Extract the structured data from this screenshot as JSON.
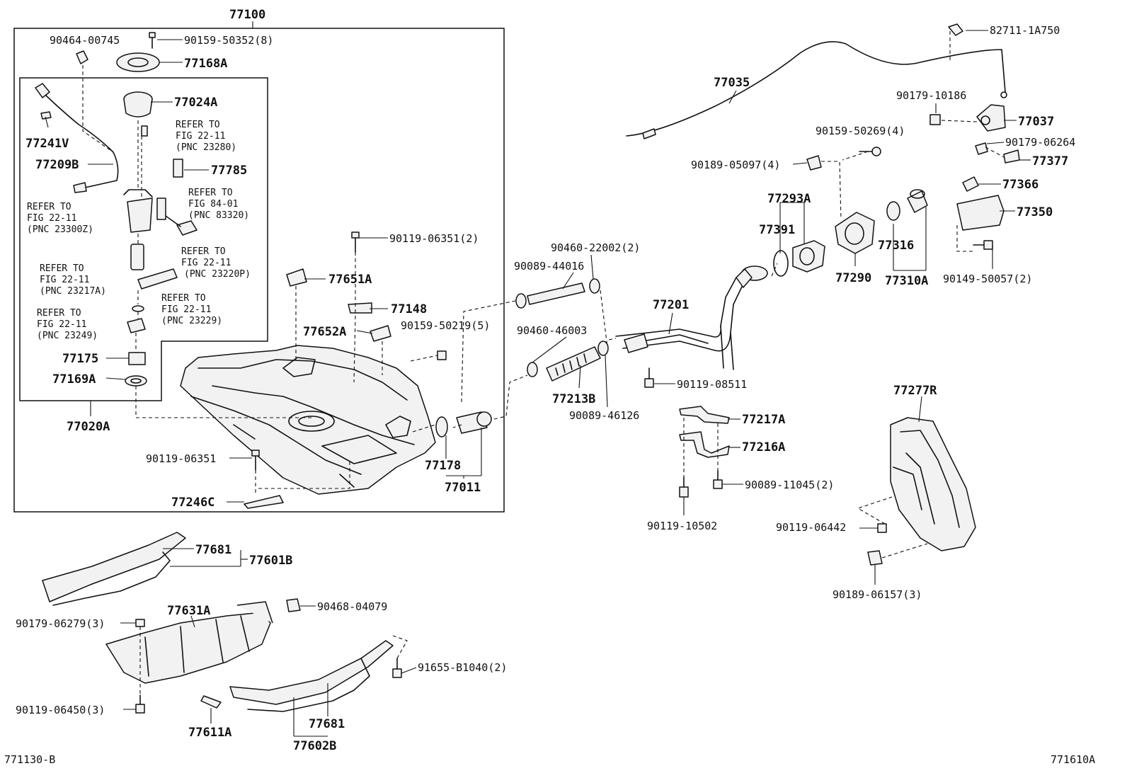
{
  "labels": {
    "l77100": "77100",
    "l90464_00745": "90464-00745",
    "l90159_50352": "90159-50352(8)",
    "l77168A": "77168A",
    "l77024A": "77024A",
    "l77241V": "77241V",
    "l77209B": "77209B",
    "l77785": "77785",
    "l77651A": "77651A",
    "l77148": "77148",
    "l77652A": "77652A",
    "l77175": "77175",
    "l77169A": "77169A",
    "l77020A": "77020A",
    "l90119_06351_2": "90119-06351(2)",
    "l90159_50219": "90159-50219(5)",
    "l90119_06351": "90119-06351",
    "l77246C": "77246C",
    "l77178": "77178",
    "l77011": "77011",
    "l90460_22002": "90460-22002(2)",
    "l90089_44016": "90089-44016",
    "l90460_46003": "90460-46003",
    "l77213B": "77213B",
    "l90089_46126": "90089-46126",
    "l77201": "77201",
    "l90119_08511": "90119-08511",
    "l77217A": "77217A",
    "l77216A": "77216A",
    "l90089_11045": "90089-11045(2)",
    "l90119_10502": "90119-10502",
    "l82711_1A750": "82711-1A750",
    "l77035": "77035",
    "l90179_10186": "90179-10186",
    "l77037": "77037",
    "l90159_50269": "90159-50269(4)",
    "l90179_06264": "90179-06264",
    "l77377": "77377",
    "l90189_05097": "90189-05097(4)",
    "l77366": "77366",
    "l77293A": "77293A",
    "l77391": "77391",
    "l77350": "77350",
    "l77316": "77316",
    "l77290": "77290",
    "l77310A": "77310A",
    "l90149_50057": "90149-50057(2)",
    "l77277R": "77277R",
    "l90119_06442": "90119-06442",
    "l90189_06157": "90189-06157(3)",
    "l77681a": "77681",
    "l77601B": "77601B",
    "l90468_04079": "90468-04079",
    "l77631A": "77631A",
    "l90179_06279": "90179-06279(3)",
    "l91655_B1040": "91655-B1040(2)",
    "l90119_06450": "90119-06450(3)",
    "l77681b": "77681",
    "l77611A": "77611A",
    "l77602B": "77602B",
    "ref_refer": "REFER TO",
    "ref1_fig": "FIG 22-11",
    "ref1_pnc": "(PNC 23280)",
    "ref2_fig": "FIG 84-01",
    "ref2_pnc": "(PNC 83320)",
    "ref3_fig": "FIG 22-11",
    "ref3_pnc": "(PNC 23300Z)",
    "ref4_fig": "FIG 22-11",
    "ref4_pnc": "(PNC 23220P)",
    "ref5_fig": "FIG 22-11",
    "ref5_pnc": "(PNC 23217A)",
    "ref6_fig": "FIG 22-11",
    "ref6_pnc": "(PNC 23229)",
    "ref7_fig": "FIG 22-11",
    "ref7_pnc": "(PNC 23249)",
    "fig_left": "771130-B",
    "fig_right": "771610A"
  }
}
